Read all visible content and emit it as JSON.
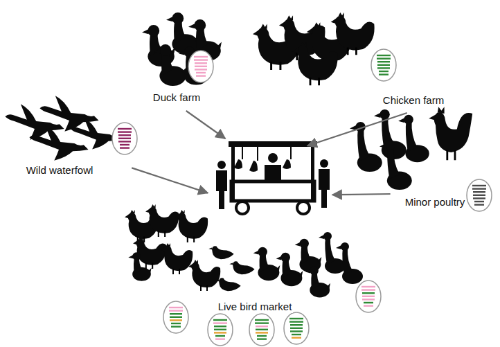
{
  "diagram": {
    "nodes": [
      {
        "text": [
          "Duck farm"
        ]
      },
      {
        "text": [
          "Chicken farm"
        ]
      },
      {
        "text": [
          "Wild waterfowl"
        ]
      },
      {
        "text": [
          "Minor poultry"
        ]
      },
      {
        "text": [
          "Live bird market"
        ]
      }
    ],
    "edges": [
      {
        "from": 0,
        "to": 4,
        "arrow": "to"
      },
      {
        "from": 1,
        "to": 4,
        "arrow": "to"
      },
      {
        "from": 2,
        "to": 4,
        "arrow": "to"
      },
      {
        "from": 3,
        "to": 4,
        "arrow": "to"
      }
    ]
  }
}
